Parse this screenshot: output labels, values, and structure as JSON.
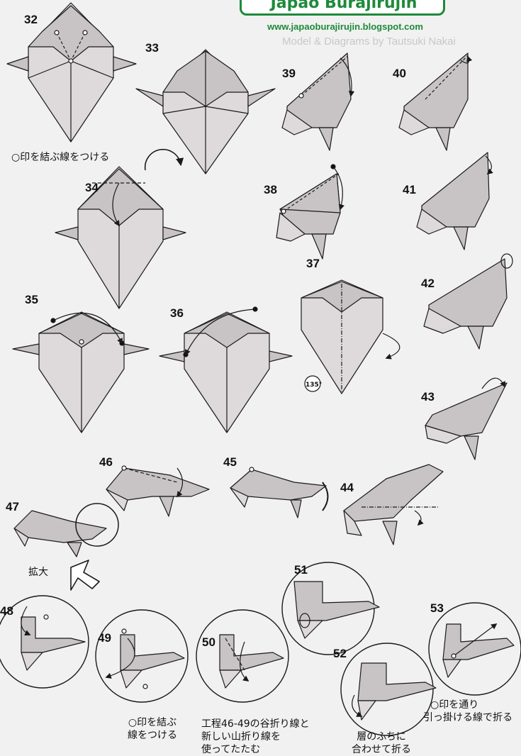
{
  "header": {
    "title": "Japao Burajirujin",
    "url": "www.japaoburajirujin.blogspot.com"
  },
  "credit": "Model & Diagrams by Tautsuki Nakai",
  "steps": [
    "32",
    "33",
    "34",
    "35",
    "36",
    "37",
    "38",
    "39",
    "40",
    "41",
    "42",
    "43",
    "44",
    "45",
    "46",
    "47",
    "48",
    "49",
    "50",
    "51",
    "52",
    "53"
  ],
  "captions": {
    "step32": "○印を結ぶ線をつける",
    "step47_zoom": "拡大",
    "step49_line1": "○印を結ぶ",
    "step49_line2": "線をつける",
    "step50_line1": "工程46-49の谷折り線と",
    "step50_line2": "新しい山折り線を",
    "step50_line3": "使ってたたむ",
    "step52_line1": "層のふちに",
    "step52_line2": "合わせて折る",
    "step53_line1": "○印を通り",
    "step53_line2": "引っ掛ける線で折る"
  },
  "rotation_label": "135°",
  "colors": {
    "paper": "#c8c3c4",
    "paper_light": "#dedadb",
    "line": "#1a1a1a",
    "brand": "#1d8a3a",
    "background": "#f2f1f1"
  }
}
